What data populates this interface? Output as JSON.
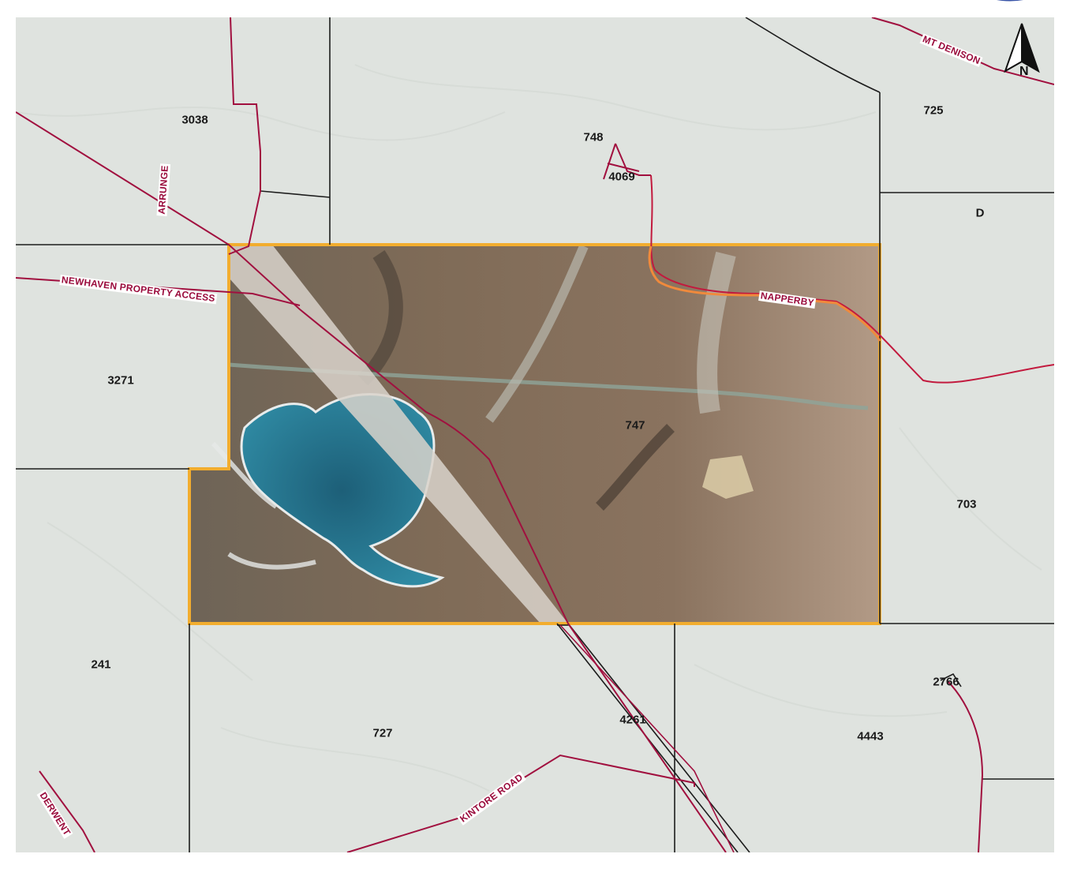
{
  "map": {
    "parcels": [
      {
        "id": "3038",
        "label": "3038"
      },
      {
        "id": "725",
        "label": "725"
      },
      {
        "id": "748",
        "label": "748"
      },
      {
        "id": "4069",
        "label": "4069"
      },
      {
        "id": "D",
        "label": "D"
      },
      {
        "id": "3271",
        "label": "3271"
      },
      {
        "id": "747",
        "label": "747"
      },
      {
        "id": "703",
        "label": "703"
      },
      {
        "id": "241",
        "label": "241"
      },
      {
        "id": "727",
        "label": "727"
      },
      {
        "id": "4261",
        "label": "4261"
      },
      {
        "id": "4443",
        "label": "4443"
      },
      {
        "id": "2766",
        "label": "2766"
      }
    ],
    "roads": [
      {
        "id": "mt-denison",
        "label": "MT DENISON"
      },
      {
        "id": "arrunge",
        "label": "ARRUNGE"
      },
      {
        "id": "newhaven-property-access",
        "label": "NEWHAVEN PROPERTY ACCESS"
      },
      {
        "id": "napperby",
        "label": "NAPPERBY"
      },
      {
        "id": "kintore-road",
        "label": "KINTORE ROAD"
      },
      {
        "id": "derwent",
        "label": "DERWENT"
      }
    ],
    "north_arrow": {
      "label": "N"
    },
    "colors": {
      "background": "#dfe3df",
      "boundary": "#1c1c1c",
      "road": "#a1103f",
      "highlight_outline": "#f2ad2e",
      "highlight_road": "#f08a3c",
      "lake": "#2a7f96",
      "terrain": "#7a6a58"
    }
  }
}
